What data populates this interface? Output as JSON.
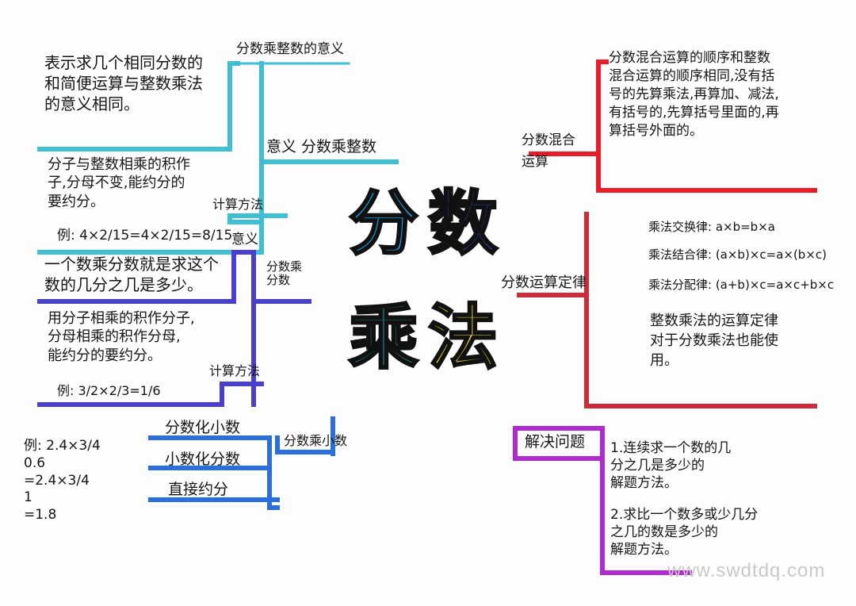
{
  "title": {
    "chars": [
      "分",
      "数",
      "乘",
      "法"
    ],
    "colors": [
      "#1aa3e8",
      "#2f4fd8",
      "#1b8a8a",
      "#f2e12a"
    ]
  },
  "left_top": {
    "meaning_branch": "分数乘整数的意义",
    "meaning_text": "表示求几个相同分数的\n和简便运算与整数乘法\n的意义相同。",
    "main_label": "意义 分数乘整数",
    "method_text": "分子与整数相乘的积作\n子,分母不变,能约分的\n要约分。",
    "method_example": "例: 4×2/15=4×2/15=8/15",
    "method_branch": "计算方法"
  },
  "left_mid": {
    "meaning_branch": "意义",
    "main_label": "分数乘\n分数",
    "meaning_text": "一个数乘分数就是求这个\n数的几分之几是多少。",
    "method_text": "用分子相乘的积作分子,\n分母相乘的积作分母,\n能约分的要约分。",
    "method_example": "例: 3/2×2/3=1/6",
    "method_branch": "计算方法"
  },
  "left_bottom": {
    "example_text": "例: 2.4×3/4\n0.6\n=2.4×3/4\n1\n=1.8",
    "items": [
      "分数化小数",
      "小数化分数",
      "直接约分"
    ],
    "main_label": "分数乘小数"
  },
  "right_top": {
    "branch": "分数混合\n运算",
    "text": "分数混合运算的顺序和整数\n混合运算的顺序相同,没有括\n号的先算乘法,再算加、减法,\n有括号的,先算括号里面的,再\n算括号外面的。"
  },
  "right_mid": {
    "branch": "分数运算定律",
    "laws": [
      "乘法交换律: a×b=b×a",
      "乘法结合律: (a×b)×c=a×(b×c)",
      "乘法分配律: (a+b)×c=a×c+b×c"
    ],
    "note": "整数乘法的运算定律\n对于分数乘法也能使\n用。"
  },
  "right_bottom": {
    "branch": "解决问题",
    "item1": "1.连续求一个数的几\n分之几是多少的\n解题方法。",
    "item2": "2.求比一个数多或少几分\n之几的数是多少的\n解题方法。"
  },
  "watermark": "www.swdtdq.com"
}
